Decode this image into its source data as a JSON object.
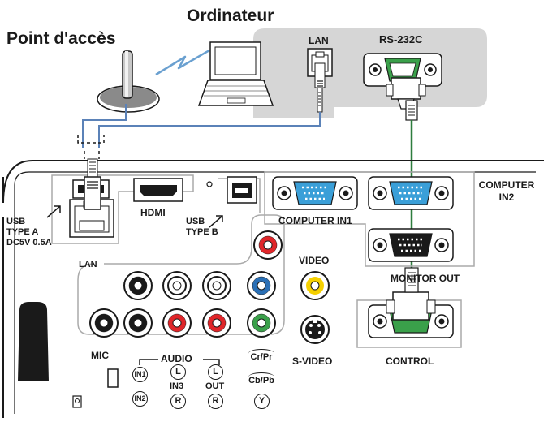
{
  "titles": {
    "access_point": "Point d'accès",
    "computer": "Ordinateur"
  },
  "computer_ports": {
    "lan": "LAN",
    "rs232c": "RS-232C"
  },
  "panel_labels": {
    "usb_a_line1": "USB",
    "usb_a_line2": "TYPE A",
    "usb_a_line3": "DC5V 0.5A",
    "lan": "LAN",
    "hdmi": "HDMI",
    "usb_b_line1": "USB",
    "usb_b_line2": "TYPE B",
    "computer_in1": "COMPUTER IN1",
    "computer_in2_line1": "COMPUTER",
    "computer_in2_line2": "IN2",
    "monitor_out": "MONITOR OUT",
    "video": "VIDEO",
    "s_video": "S-VIDEO",
    "control": "CONTROL",
    "mic": "MIC",
    "audio": "AUDIO",
    "in1": "IN1",
    "in2": "IN2",
    "in3": "IN3",
    "out": "OUT",
    "l": "L",
    "r": "R",
    "cr_pr": "Cr/Pr",
    "cb_pb": "Cb/Pb",
    "y": "Y"
  },
  "colors": {
    "lan_cable": "#5b82b8",
    "serial_cable": "#2e7d3e",
    "computer_box": "#d6d6d6",
    "vga_blue": "#3a9fd8",
    "rca_red": "#e0262a",
    "rca_blue": "#2a6fb5",
    "rca_green": "#3aa04a",
    "rca_yellow": "#f5d000",
    "panel_outline": "#1a1a1a"
  }
}
